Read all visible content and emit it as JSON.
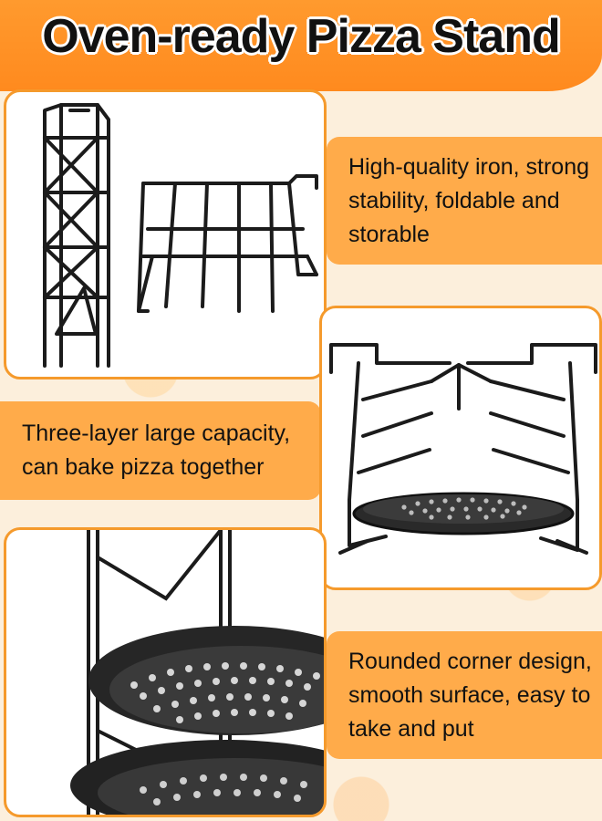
{
  "header": {
    "title": "Oven-ready Pizza Stand",
    "bg_color": "#ff8a1e"
  },
  "features": {
    "f1": "High-quality iron, strong stability, foldable and storable",
    "f2": "Three-layer large capacity, can bake pizza together",
    "f3": "Rounded corner design, smooth surface, easy to take and put"
  },
  "colors": {
    "accent": "#f59a2c",
    "band": "#ffab4a",
    "metal": "#1b1b1b"
  },
  "images": {
    "folded": "folded-stand-illustration",
    "assembled": "assembled-stand-with-pan-illustration",
    "closeup": "perforated-pan-closeup-illustration"
  }
}
